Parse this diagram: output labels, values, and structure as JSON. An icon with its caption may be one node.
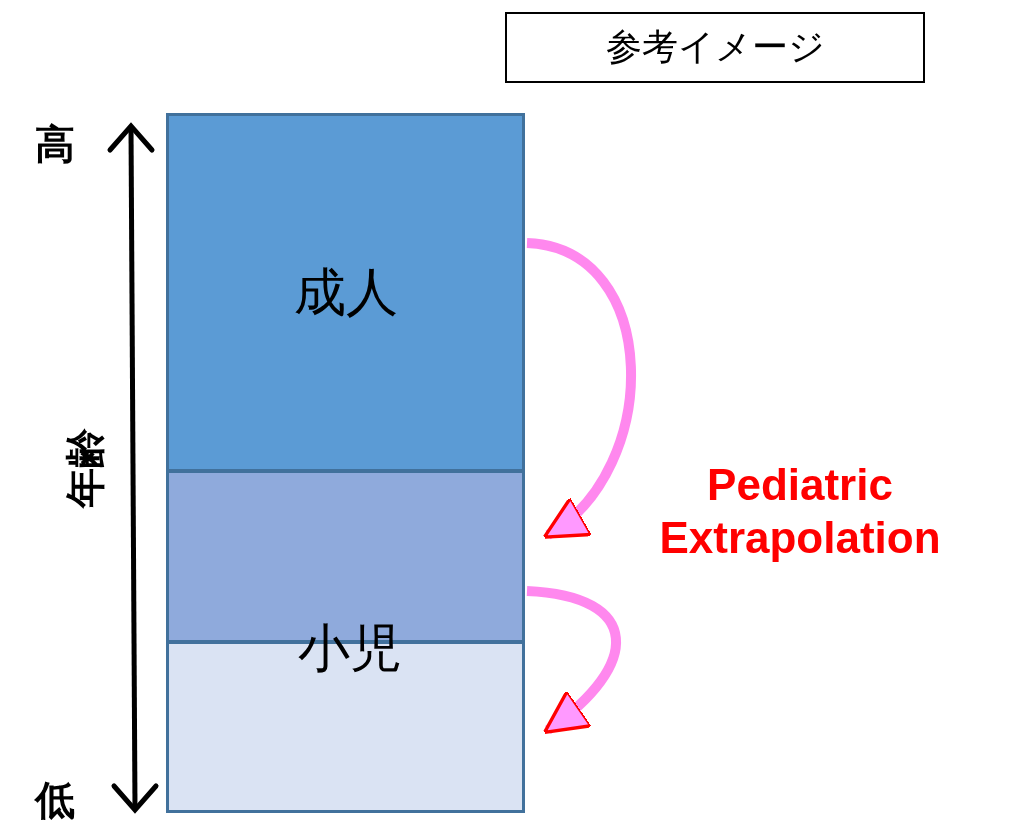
{
  "diagram": {
    "nodes": [
      {
        "text": [
          "参考イメージ"
        ]
      },
      {
        "text": [
          "成人"
        ]
      },
      {
        "text": [],
        "shape": "box"
      },
      {
        "text": [],
        "shape": "box"
      }
    ],
    "edges": [
      {
        "from": 1,
        "to": 2,
        "arrow": "to"
      },
      {
        "from": 2,
        "to": 3,
        "arrow": "to"
      }
    ],
    "labels": [
      "高",
      "年齢",
      "低",
      "小児",
      "Pediatric Extrapolation"
    ]
  }
}
